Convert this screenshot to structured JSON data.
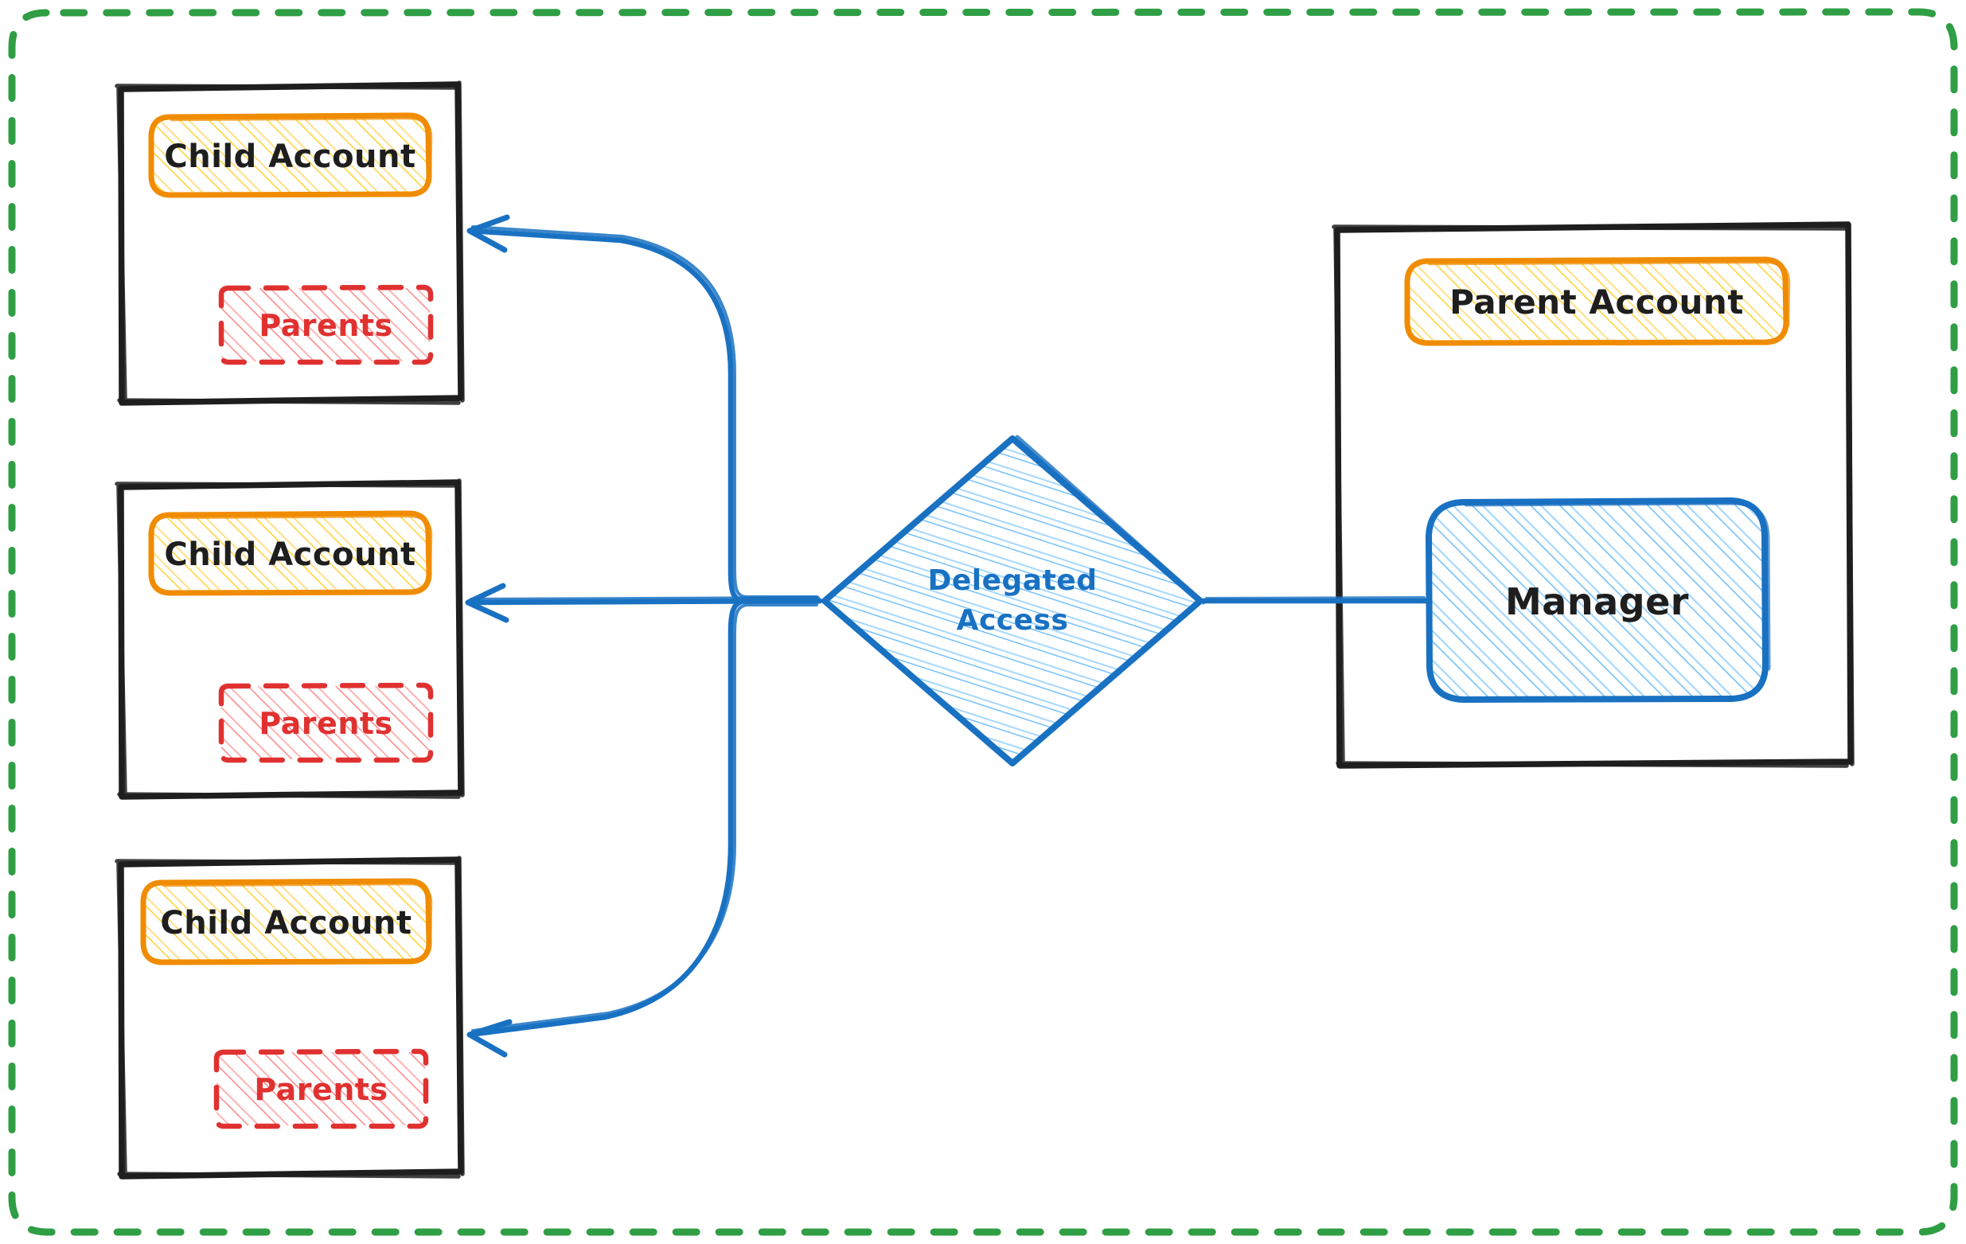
{
  "diagram": {
    "title": "Delegated Access",
    "style": "hand-drawn sketch (excalidraw)",
    "background": "#ffffff",
    "boundary": {
      "name": "outer-boundary",
      "stroke": "#2f9e44",
      "stroke_style": "dashed",
      "shape": "rounded-rectangle"
    },
    "colors": {
      "black": "#1e1e1e",
      "orange_stroke": "#f08c00",
      "orange_fill": "#ffd8a8",
      "yellow_hachure": "#ffd43b",
      "red_stroke": "#e03131",
      "red_hachure": "#ff8787",
      "blue_stroke": "#1971c2",
      "blue_hachure": "#74c0fc",
      "green_dashed": "#2f9e44"
    },
    "child_accounts": [
      {
        "container_name": "child-account-container-1",
        "account_label": "Child Account",
        "parents_label": "Parents"
      },
      {
        "container_name": "child-account-container-2",
        "account_label": "Child Account",
        "parents_label": "Parents"
      },
      {
        "container_name": "child-account-container-3",
        "account_label": "Child Account",
        "parents_label": "Parents"
      }
    ],
    "delegated_access": {
      "name": "delegated-access-diamond",
      "line1": "Delegated",
      "line2": "Access",
      "shape": "diamond"
    },
    "parent_side": {
      "container_name": "parent-account-container",
      "account_label": "Parent Account",
      "manager_label": "Manager"
    },
    "connectors": [
      {
        "name": "arrow-delegated-to-child-1",
        "from": "Delegated Access",
        "to": "Child Account 1",
        "direction": "left",
        "style": "curved"
      },
      {
        "name": "arrow-delegated-to-child-2",
        "from": "Delegated Access",
        "to": "Child Account 2",
        "direction": "left",
        "style": "straight"
      },
      {
        "name": "arrow-delegated-to-child-3",
        "from": "Delegated Access",
        "to": "Child Account 3",
        "direction": "left",
        "style": "curved"
      },
      {
        "name": "line-manager-to-delegated",
        "from": "Manager",
        "to": "Delegated Access",
        "direction": "left",
        "style": "straight"
      }
    ]
  }
}
